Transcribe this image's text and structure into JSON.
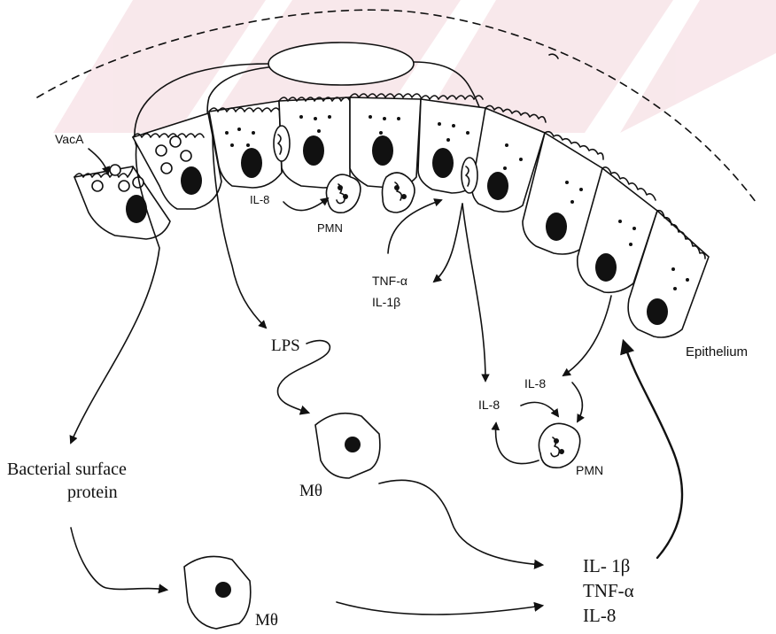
{
  "labels": {
    "vaca": "VacA",
    "il8_top": "IL-8",
    "pmn_top": "PMN",
    "tnf_small": "TNF-α",
    "il1b_small": "IL-1β",
    "epithelium": "Epithelium",
    "lps": "LPS",
    "il8_right_top": "IL-8",
    "il8_right_left": "IL-8",
    "pmn_right": "PMN",
    "bacterial_line1": "Bacterial surface",
    "bacterial_line2": "protein",
    "macrophage_center": "Mθ",
    "macrophage_bottom": "Mθ",
    "out_il1b": "IL- 1β",
    "out_tnfa": "TNF-α",
    "out_il8": "IL-8"
  },
  "colors": {
    "ink": "#111111",
    "watermark": "#f4d6dc"
  }
}
